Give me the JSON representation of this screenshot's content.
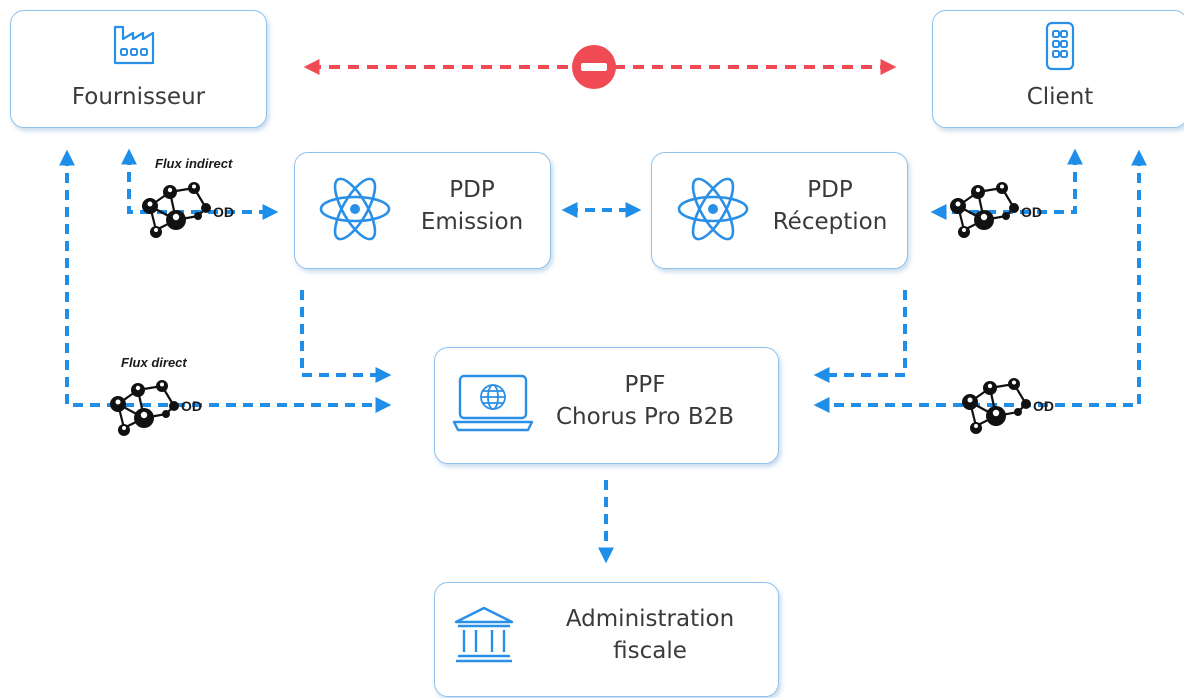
{
  "colors": {
    "flow_blue": "#1f8ee8",
    "blocked_red": "#f04b55",
    "box_border": "#8fc3ee",
    "icon_blue": "#2a8fe6"
  },
  "nodes": {
    "fournisseur": {
      "label": "Fournisseur",
      "icon": "factory-icon"
    },
    "client": {
      "label": "Client",
      "icon": "building-icon"
    },
    "pdp_emission": {
      "line1": "PDP",
      "line2": "Emission",
      "icon": "atom-icon"
    },
    "pdp_reception": {
      "line1": "PDP",
      "line2": "Réception",
      "icon": "atom-icon"
    },
    "ppf": {
      "line1": "PPF",
      "line2": "Chorus Pro B2B",
      "icon": "laptop-globe-icon"
    },
    "administration": {
      "line1": "Administration",
      "line2": "fiscale",
      "icon": "bank-icon"
    }
  },
  "flows": {
    "indirect_label": "Flux indirect",
    "direct_label": "Flux direct",
    "od_label": "OD",
    "od_icon": "network-people-icon",
    "blocked_icon": "no-entry-icon"
  }
}
